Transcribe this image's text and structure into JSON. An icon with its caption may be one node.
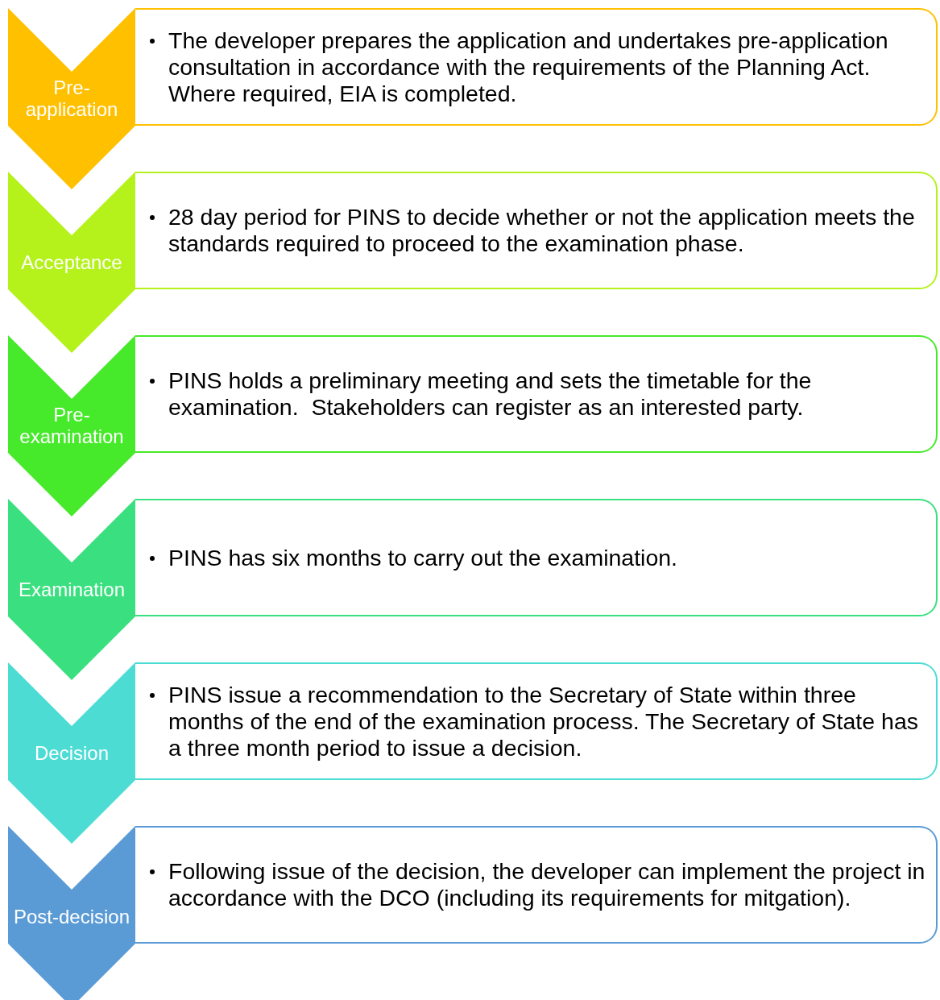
{
  "diagram": {
    "nodes": [
      {
        "text": [
          "Pre-application"
        ]
      },
      {
        "text": [
          "The developer prepares the application and undertakes pre-application consultation in accordance with the requirements of the Planning Act. Where required, EIA is completed."
        ]
      },
      {
        "text": [
          "Acceptance"
        ]
      },
      {
        "text": [
          "28 day period for PINS to decide whether or not the application meets the standards required to proceed to the examination phase."
        ]
      },
      {
        "text": [
          "Pre-examination"
        ]
      },
      {
        "text": [
          "PINS holds a preliminary meeting and sets the timetable for the examination.  Stakeholders can register as an interested party."
        ]
      },
      {
        "text": [
          "Examination"
        ]
      },
      {
        "text": [
          "PINS has six months to carry out the examination."
        ]
      },
      {
        "text": [
          "Decision"
        ]
      },
      {
        "text": [
          "PINS issue a recommendation to the Secretary of State within three months of the end of the examination process. The Secretary of State has a three month period to issue a decision."
        ]
      },
      {
        "text": [
          "Post-decision"
        ]
      },
      {
        "text": [
          "Following issue of the decision, the developer can implement the project in accordance with the DCO (including its requirements for mitgation)."
        ]
      }
    ]
  }
}
